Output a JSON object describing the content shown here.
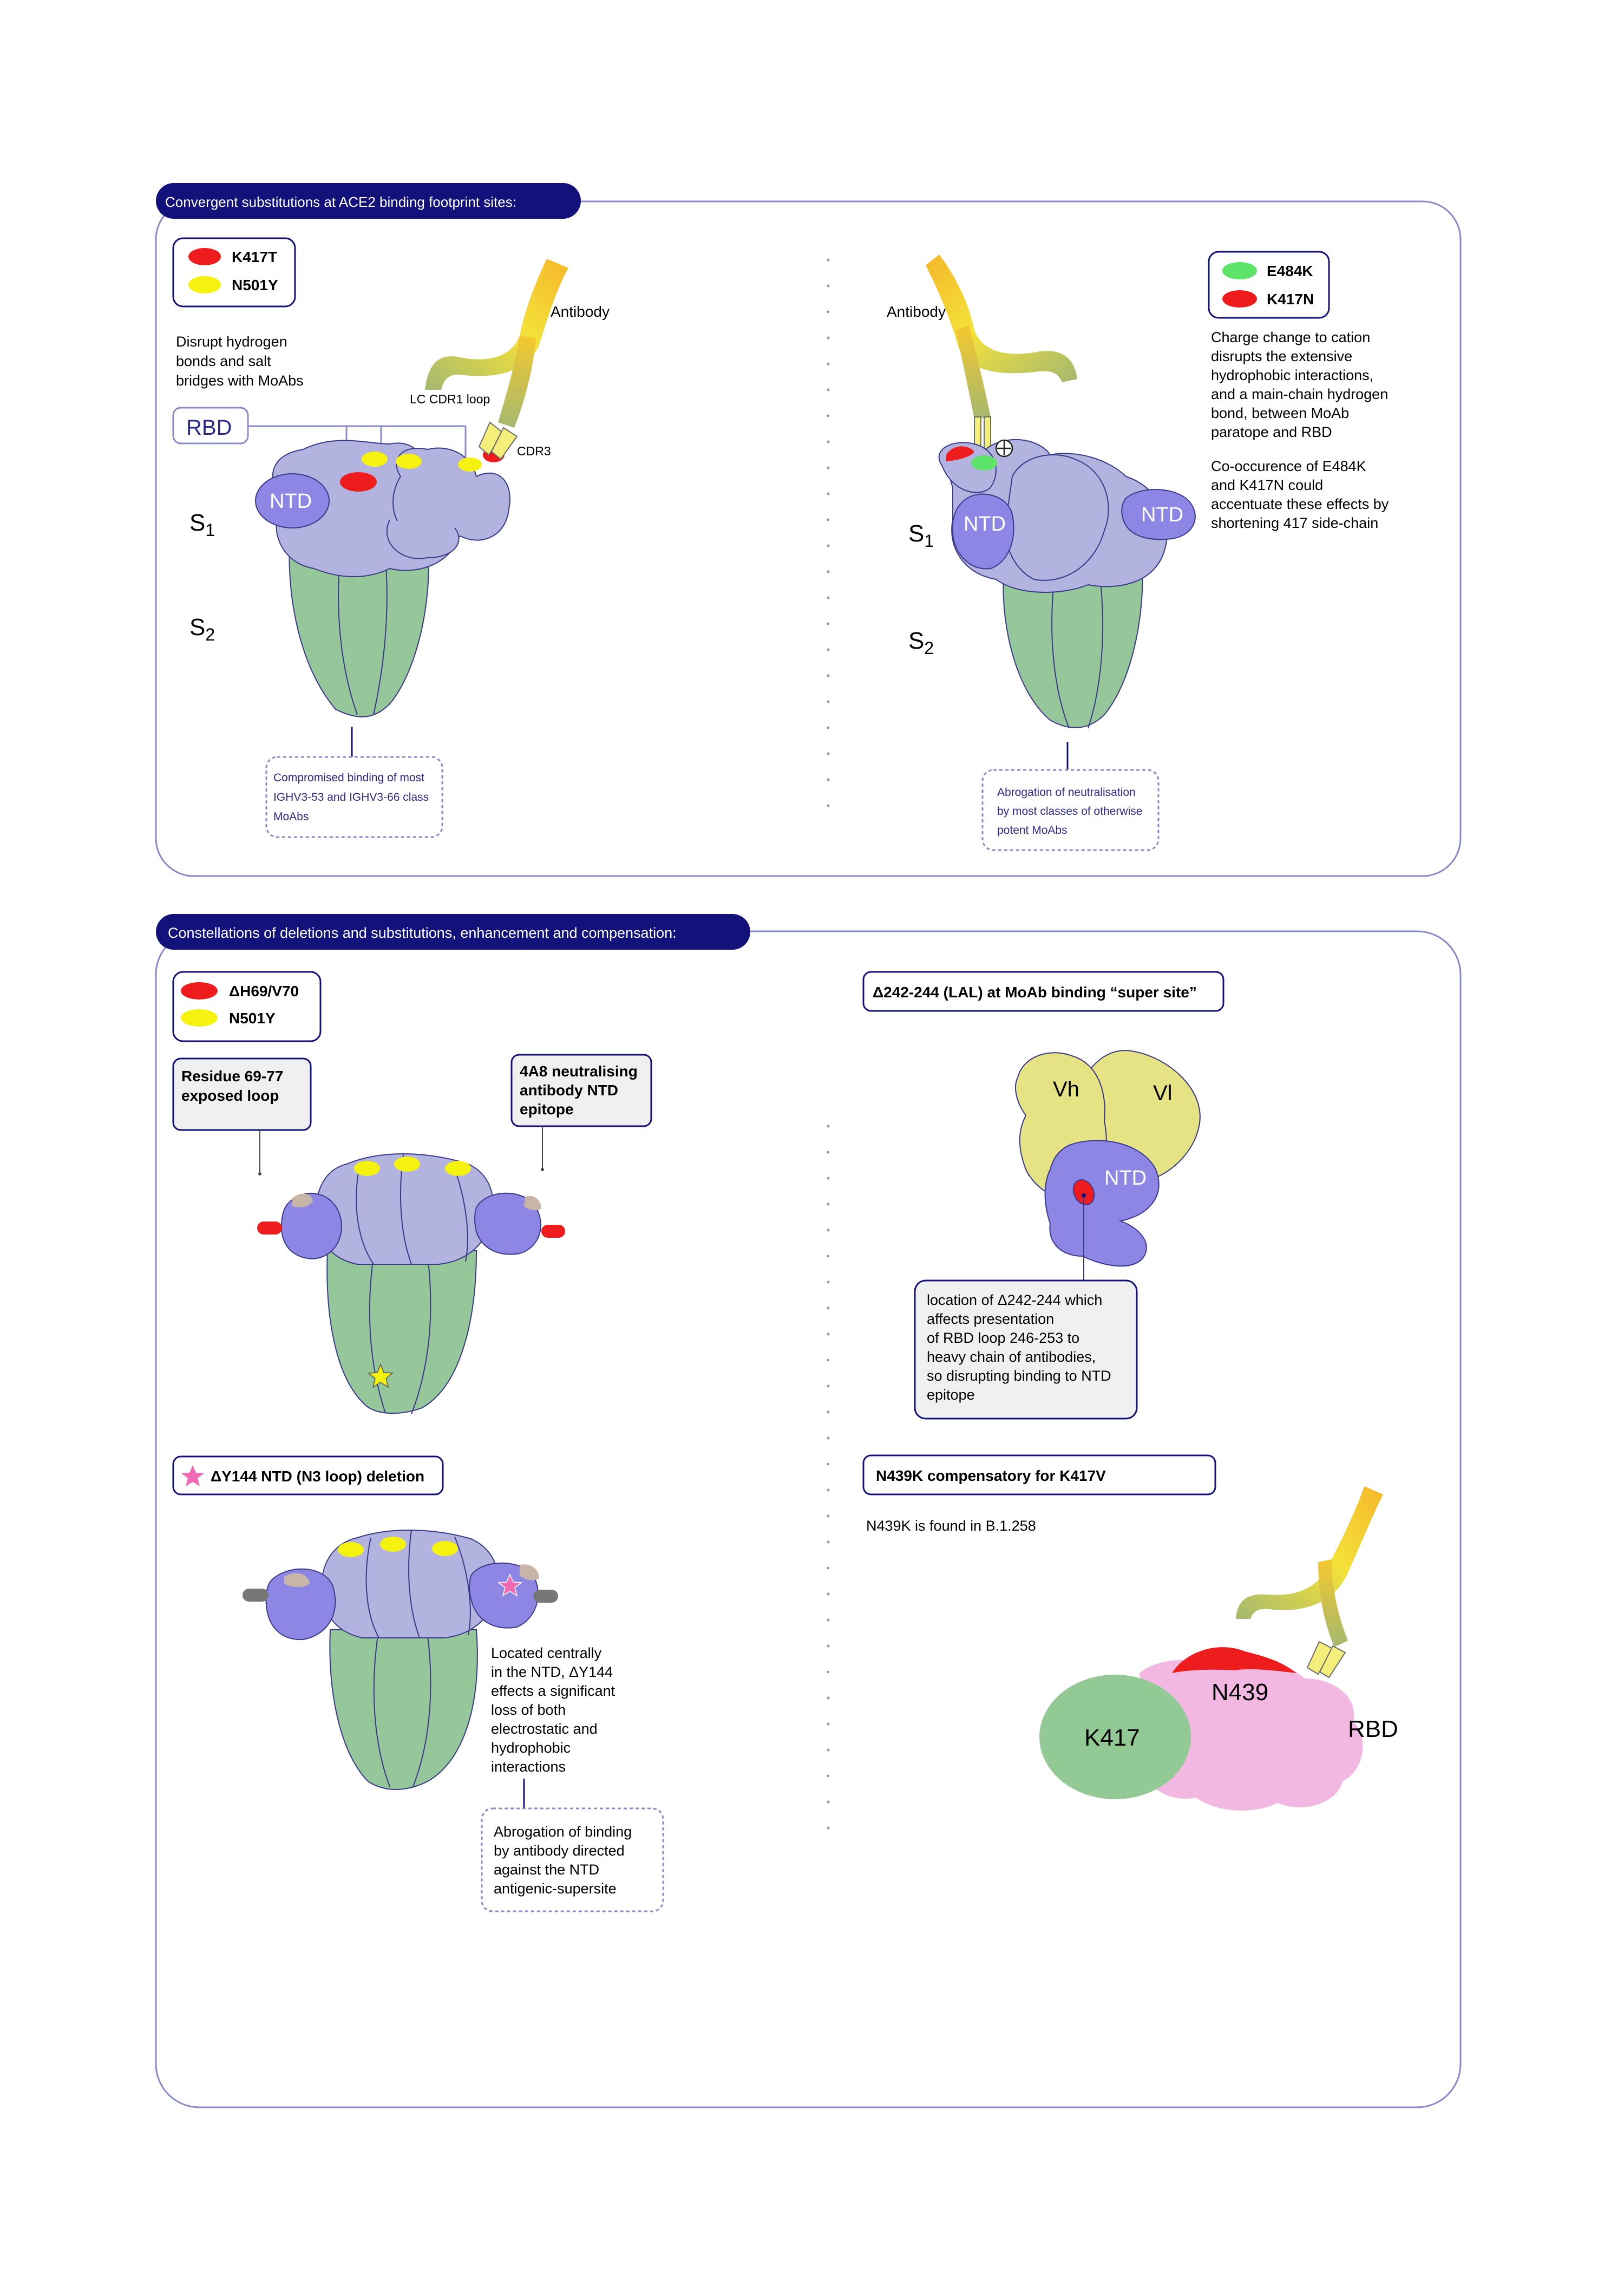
{
  "colors": {
    "navy": "#13117a",
    "frame": "#8a8ac8",
    "lavender": "#b3b3e0",
    "ntd_blue": "#8d86e4",
    "green": "#95c79a",
    "red": "#ee1c1c",
    "yellow": "#f5f20f",
    "bright_green": "#5ee36a",
    "pink_star": "#f06ab4",
    "pink_rbd": "#f2b8e2",
    "k417_green": "#93c995",
    "box_grey": "#f0f0f0",
    "yellow_vh": "#e6e384",
    "grey_tip": "#777777"
  },
  "panel1": {
    "title": "Convergent substitutions at ACE2 binding footprint sites:",
    "left": {
      "legend": [
        {
          "label": "K417T",
          "color": "#ee1c1c"
        },
        {
          "label": "N501Y",
          "color": "#f5f20f"
        }
      ],
      "description": [
        "Disrupt hydrogen",
        "bonds and salt",
        "bridges with MoAbs"
      ],
      "rbd_label": "RBD",
      "antibody_label": "Antibody",
      "lc_label": "LC CDR1 loop",
      "cdr3_label": "CDR3",
      "ntd_label": "NTD",
      "s1": "S",
      "s1_sub": "1",
      "s2": "S",
      "s2_sub": "2",
      "result": [
        "Compromised binding of most",
        "IGHV3-53 and IGHV3-66 class",
        "MoAbs"
      ]
    },
    "right": {
      "legend": [
        {
          "label": "E484K",
          "color": "#5ee36a"
        },
        {
          "label": "K417N",
          "color": "#ee1c1c"
        }
      ],
      "antibody_label": "Antibody",
      "ntd_label": "NTD",
      "s1": "S",
      "s1_sub": "1",
      "s2": "S",
      "s2_sub": "2",
      "desc1": [
        "Charge change to cation",
        "disrupts the extensive",
        "hydrophobic interactions,",
        "and a main-chain hydrogen",
        "bond, between MoAb",
        "paratope and RBD"
      ],
      "desc2": [
        "Co-occurence of E484K",
        "and K417N could",
        "accentuate these effects by",
        "shortening 417 side-chain"
      ],
      "result": [
        "Abrogation of neutralisation",
        "by most classes of otherwise",
        "potent MoAbs"
      ]
    }
  },
  "panel2": {
    "title": "Constellations of deletions and substitutions, enhancement and compensation:",
    "left": {
      "legend": [
        {
          "label": "ΔH69/V70",
          "color": "#ee1c1c"
        },
        {
          "label": "N501Y",
          "color": "#f5f20f"
        }
      ],
      "box_loop": [
        "Residue 69-77",
        "exposed loop"
      ],
      "box_4a8": [
        "4A8 neutralising",
        "antibody NTD",
        "epitope"
      ],
      "y144_title": "ΔY144 NTD (N3 loop) deletion",
      "y144_desc": [
        "Located centrally",
        "in the NTD, ΔY144",
        "effects a significant",
        "loss of both",
        "electrostatic and",
        "hydrophobic",
        "interactions"
      ],
      "y144_result": [
        "Abrogation of binding",
        "by antibody directed",
        "against the NTD",
        "antigenic-supersite"
      ]
    },
    "right": {
      "lal_title": "Δ242-244 (LAL) at MoAb binding “super site”",
      "vh": "Vh",
      "vl": "Vl",
      "ntd_label": "NTD",
      "lal_desc": [
        "location of Δ242-244 which",
        "affects presentation",
        "of RBD loop 246-253 to",
        "heavy chain of antibodies,",
        "so disrupting binding to NTD",
        "epitope"
      ],
      "n439_title": "N439K compensatory for K417V",
      "n439_note": "N439K is found in B.1.258",
      "n439_label": "N439",
      "k417_label": "K417",
      "rbd_label": "RBD"
    }
  }
}
